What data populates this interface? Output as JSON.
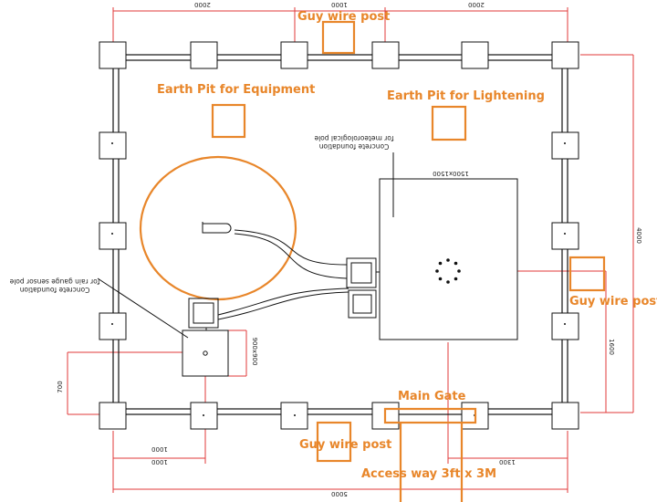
{
  "labels": {
    "guy_wire_top": "Guy wire post",
    "guy_wire_right": "Guy wire post",
    "guy_wire_bottom": "Guy wire post",
    "earth_pit_equipment": "Earth Pit for Equipment",
    "earth_pit_lightening": "Earth Pit for Lightening",
    "main_gate": "Main Gate",
    "access_way": "Access way 3ft x 3M"
  },
  "notes": {
    "met_pole_line1": "Concrete foundation",
    "met_pole_line2": "for meteorological pole",
    "rain_pole_line1": "Concrete foundation",
    "rain_pole_line2": "for rain gauge sensor pole"
  },
  "dimensions": {
    "top_left": "2000",
    "top_mid": "1000",
    "top_right": "2000",
    "right_total": "4000",
    "right_lower": "1600",
    "met_foundation": "1500x1500",
    "rain_foundation": "900x900",
    "left_700": "700",
    "bottom_1000_left": "1000",
    "bottom_1000_mid": "1000",
    "bottom_1300": "1300",
    "bottom_total": "5000"
  },
  "colors": {
    "accent_orange": "#e8862a",
    "dimension_red": "#e23a3a",
    "line": "#111111"
  }
}
